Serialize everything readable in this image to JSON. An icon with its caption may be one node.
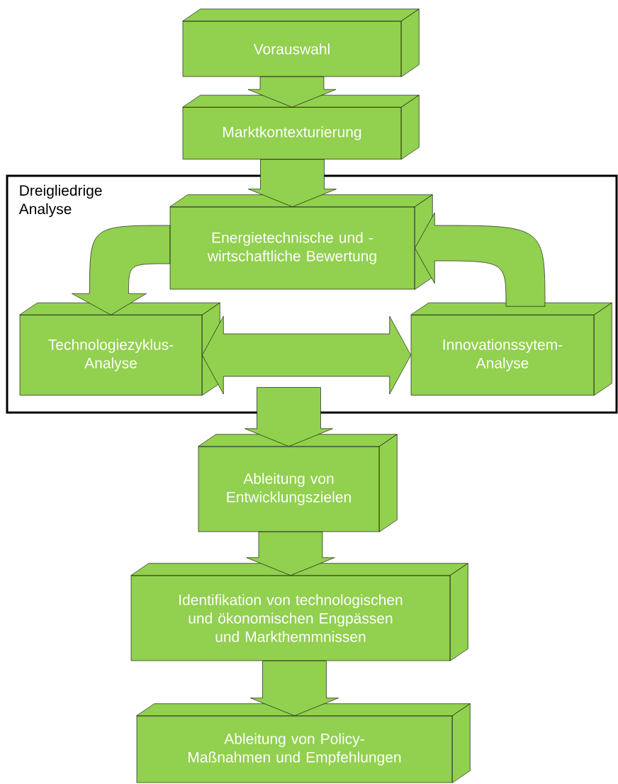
{
  "diagram": {
    "nodes": [
      {
        "text": [
          "Vorauswahl"
        ]
      },
      {
        "text": [
          "Marktkontexturierung"
        ]
      },
      {
        "text": [
          "Dreigliedrige Analyse"
        ]
      },
      {
        "text": [
          "Energietechnische und - wirtschaftliche Bewertung"
        ],
        "in": 2
      },
      {
        "text": [
          "Technologiezyklus- Analyse"
        ],
        "in": 2
      },
      {
        "text": [
          "Innovationssytem- Analyse"
        ],
        "in": 2
      },
      {
        "text": [
          "Ableitung von Entwicklungszielen"
        ]
      },
      {
        "text": [
          "Identifikation von technologischen und ökonomischen Engpässen und Markthemmnissen"
        ]
      },
      {
        "text": [
          "Ableitung von Policy-Maßnahmen und Empfehlungen"
        ]
      }
    ],
    "edges": [
      {
        "from": 0,
        "to": 1,
        "arrow": "to"
      },
      {
        "from": 1,
        "to": 3,
        "arrow": "to"
      },
      {
        "from": 3,
        "to": 4,
        "arrow": "to"
      },
      {
        "from": 5,
        "to": 3,
        "arrow": "to"
      },
      {
        "from": 4,
        "to": 5,
        "arrow": "both"
      },
      {
        "from": 2,
        "to": 6,
        "arrow": "to"
      },
      {
        "from": 6,
        "to": 7,
        "arrow": "to"
      },
      {
        "from": 7,
        "to": 8,
        "arrow": "to"
      }
    ]
  }
}
